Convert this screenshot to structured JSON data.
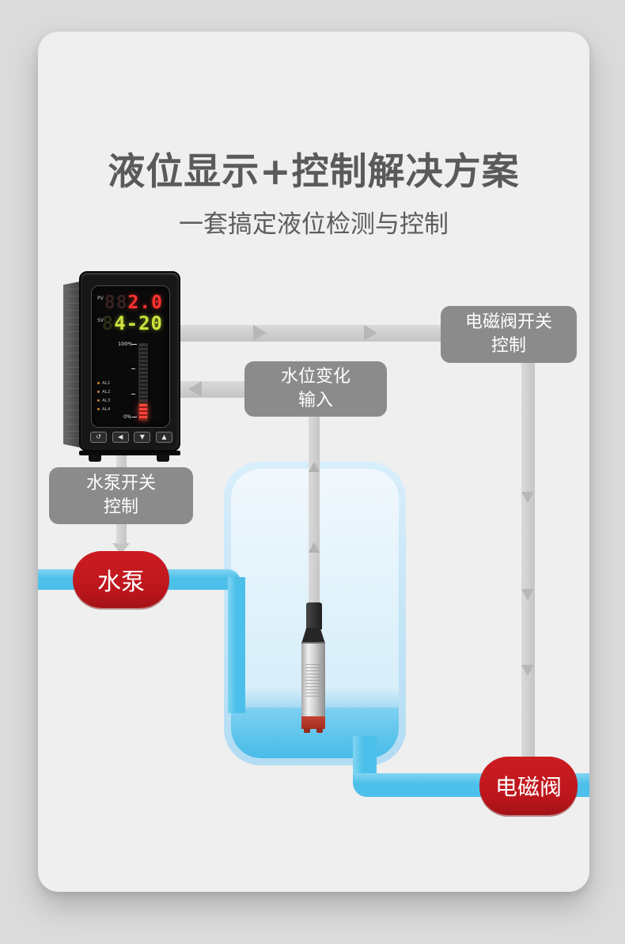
{
  "header": {
    "title": "液位显示+控制解决方案",
    "subtitle": "一套搞定液位检测与控制"
  },
  "flow_boxes": {
    "valve_control": {
      "line1": "电磁阀开关",
      "line2": "控制"
    },
    "level_input": {
      "line1": "水位变化",
      "line2": "输入"
    },
    "pump_control": {
      "line1": "水泵开关",
      "line2": "控制"
    }
  },
  "tags": {
    "pump": "水泵",
    "valve": "电磁阀"
  },
  "device": {
    "pv_label": "PV",
    "pv_ghost": "88",
    "pv_value": "2.0",
    "sv_label": "SV",
    "sv_ghost": "8",
    "sv_value": "4-20",
    "scale_top": "100%",
    "scale_bottom": "0%",
    "alarms": [
      "AL1",
      "AL2",
      "AL3",
      "AL4"
    ],
    "buttons": [
      "↺",
      "◀",
      "▼",
      "▲"
    ]
  },
  "colors": {
    "accent_red": "#c3191f",
    "pipe_blue": "#4cc0ea",
    "box_gray": "#8b8b8b",
    "connector_gray": "#cfcfcf",
    "display_red": "#ff3230",
    "display_yellow_green": "#cde23c",
    "card_bg": "#efefef"
  }
}
